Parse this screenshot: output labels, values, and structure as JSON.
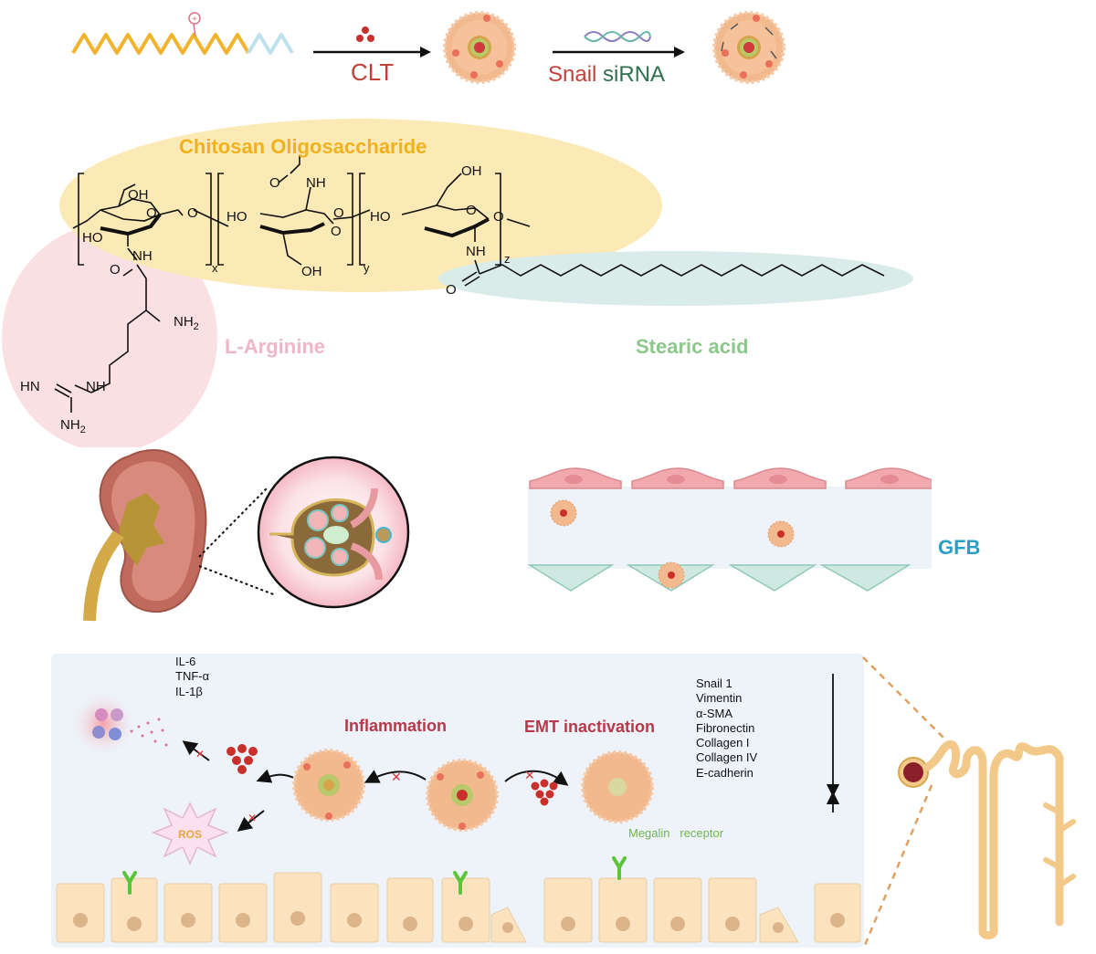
{
  "synthesis": {
    "step1_label": "CLT",
    "step2_label_part1": "Snail",
    "step2_label_part2": "siRNA",
    "charge_symbol": "+"
  },
  "structure": {
    "backbone_title": "Chitosan Oligosaccharide",
    "arginine_title": "L-Arginine",
    "stearic_title": "Stearic acid",
    "atoms": {
      "oh": "OH",
      "ho": "HO",
      "o": "O",
      "nh": "NH",
      "nh2": "NH",
      "sub2": "2",
      "hn": "HN",
      "x": "x",
      "y": "y",
      "z": "z"
    }
  },
  "kidney": {
    "barrier_label": "GFB"
  },
  "mechanism": {
    "cytokines": [
      "IL-6",
      "TNF-α",
      "IL-1β"
    ],
    "inflammation_label": "Inflammation",
    "emt_label": "EMT inactivation",
    "ros_label": "ROS",
    "receptor_label": "Megalin   receptor",
    "downregulated_markers": [
      "Snail 1",
      "Vimentin",
      "α-SMA",
      "Fibronectin",
      "Collagen I",
      "Collagen IV"
    ],
    "upregulated_markers": [
      "E-cadherin"
    ]
  },
  "colors": {
    "cos_highlight": "#fbe9b6",
    "arginine_highlight": "#fbe0e3",
    "stearic_highlight": "#d9ecea",
    "panel_bg": "#eef3fa",
    "nanoparticle": "#f2b88e",
    "drug": "#c9302c",
    "cell": "#fbe3c0",
    "receptor": "#5cc43a"
  }
}
